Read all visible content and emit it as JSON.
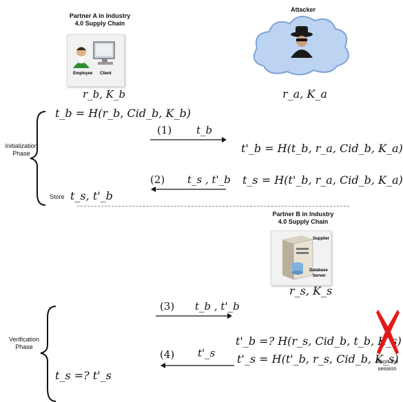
{
  "partner_a": {
    "title": "Partner A in Industry\n4.0 Supply Chain",
    "icon_labels": {
      "employee": "Employee",
      "client": "Client"
    },
    "keys": "r_b, K_b"
  },
  "attacker": {
    "title": "Attacker",
    "keys": "r_a, K_a"
  },
  "partner_b": {
    "title": "Partner B in Industry\n4.0 Supply Chain",
    "icon_labels": {
      "supplier": "Supplier",
      "database": "Database\nServer"
    },
    "keys": "r_s, K_s"
  },
  "initialization": {
    "phase_label": "Initialization\nPhase",
    "eq_tb": "t_b = H(r_b, Cid_b, K_b)",
    "msg1_num": "(1)",
    "msg1_text": "t_b",
    "eq_tprime": "t'_b = H(t_b, r_a, Cid_b, K_a)",
    "msg2_num": "(2)",
    "msg2_text": "t_s , t'_b",
    "eq_ts": "t_s = H(t'_b, r_a, Cid_b, K_a)",
    "store_label": "Store",
    "store_text": "t_s, t'_b"
  },
  "verification": {
    "phase_label": "Verification\nPhase",
    "msg3_num": "(3)",
    "msg3_text": "t_b , t'_b",
    "check": "t'_b =? H(r_s, Cid_b, t_b, K_s)",
    "msg4_num": "(4)",
    "msg4_text": "t'_s",
    "eq_tsprime": "t'_s = H(t'_b, r_s, Cid_b, K_s)",
    "final_check": "t_s =? t'_s",
    "abort_label": "Abort the\nsession"
  },
  "colors": {
    "cloud_fill": "#bcd3f2",
    "cloud_stroke": "#7fa3d4",
    "abort": "#e11b1b",
    "divider": "#888888"
  }
}
